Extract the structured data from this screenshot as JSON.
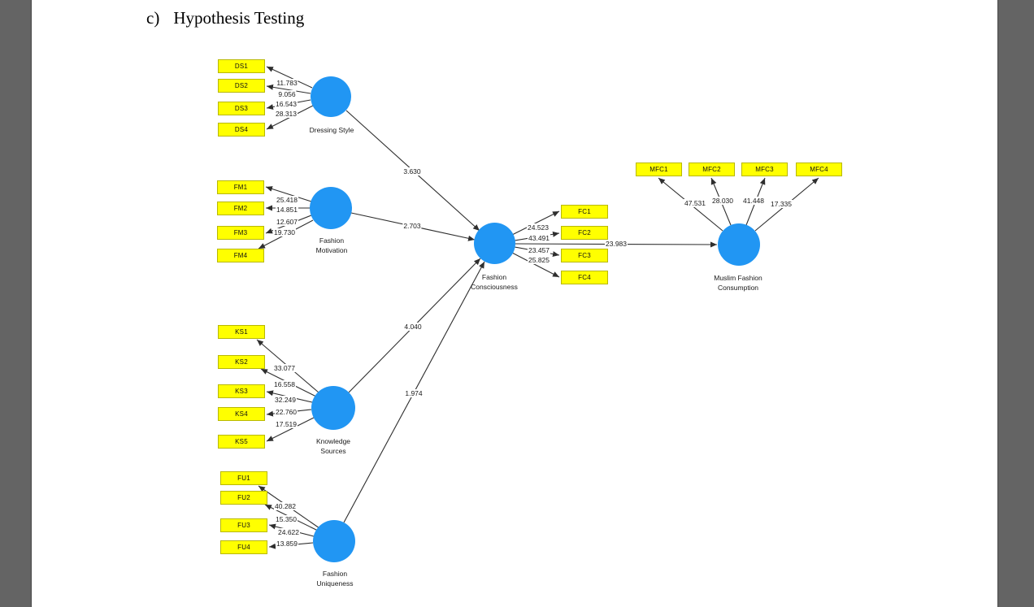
{
  "header": {
    "marker": "c)",
    "title": "Hypothesis Testing"
  },
  "colors": {
    "indicator_fill": "#FFFF00",
    "indicator_border": "#B8B800",
    "latent_fill": "#2196F3",
    "line": "#2E2E2E",
    "viewer_bg": "#646464"
  },
  "constructs": {
    "ds": {
      "label": "Dressing Style",
      "indicators": [
        "DS1",
        "DS2",
        "DS3",
        "DS4"
      ],
      "t_values": [
        "11.783",
        "9.056",
        "16.543",
        "28.313"
      ]
    },
    "fm": {
      "label": "Fashion Motivation",
      "indicators": [
        "FM1",
        "FM2",
        "FM3",
        "FM4"
      ],
      "t_values": [
        "25.418",
        "14.851",
        "12.607",
        "19.730"
      ]
    },
    "ks": {
      "label": "Knowledge Sources",
      "indicators": [
        "KS1",
        "KS2",
        "KS3",
        "KS4",
        "KS5"
      ],
      "t_values": [
        "33.077",
        "16.558",
        "32.249",
        "22.760",
        "17.519"
      ]
    },
    "fu": {
      "label": "Fashion Uniqueness",
      "indicators": [
        "FU1",
        "FU2",
        "FU3",
        "FU4"
      ],
      "t_values": [
        "40.282",
        "15.350",
        "24.622",
        "13.859"
      ]
    },
    "fc": {
      "label": "Fashion Consciousness",
      "indicators": [
        "FC1",
        "FC2",
        "FC3",
        "FC4"
      ],
      "t_values": [
        "24.523",
        "43.491",
        "23.457",
        "25.825"
      ]
    },
    "mfc": {
      "label": "Muslim Fashion Consumption",
      "indicators": [
        "MFC1",
        "MFC2",
        "MFC3",
        "MFC4"
      ],
      "t_values": [
        "47.531",
        "28.030",
        "41.448",
        "17.335"
      ]
    }
  },
  "paths": {
    "ds_fc": "3.630",
    "fm_fc": "2.703",
    "ks_fc": "4.040",
    "fu_fc": "1.974",
    "fc_mfc": "23.983"
  }
}
